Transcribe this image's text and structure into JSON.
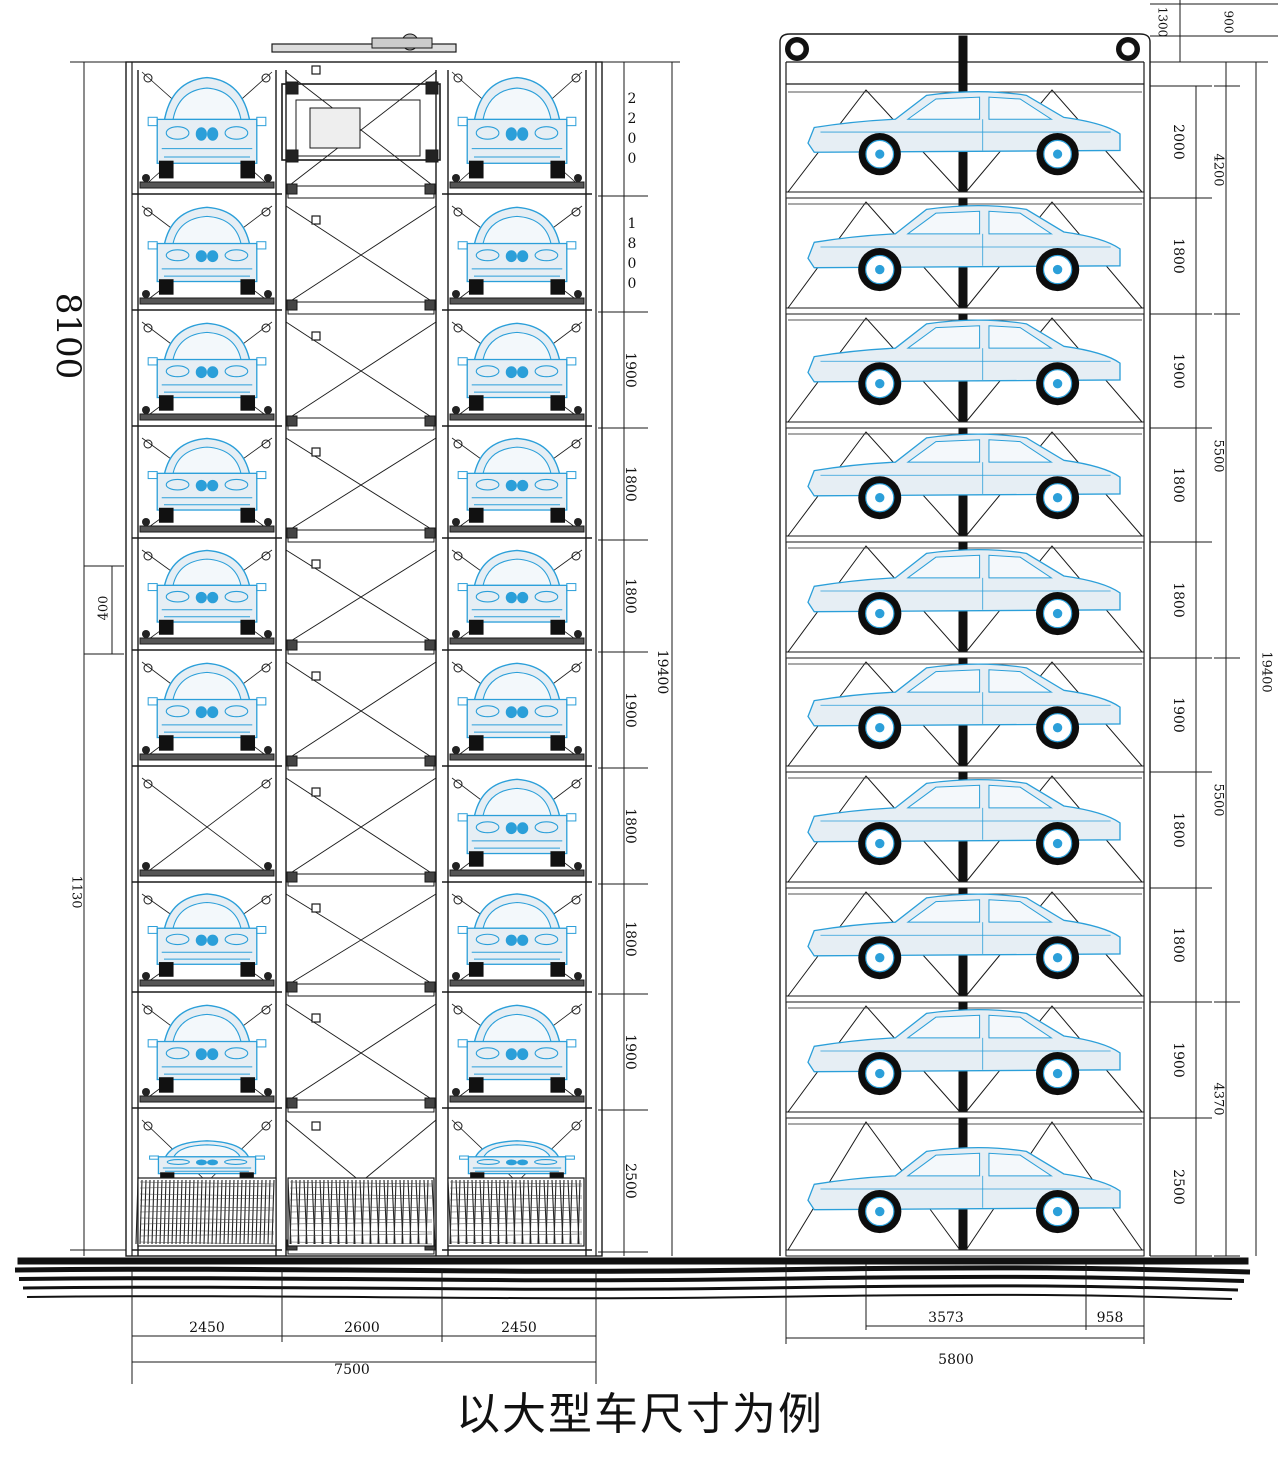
{
  "caption": "以大型车尺寸为例",
  "colors": {
    "line": "#1a1a1a",
    "car": "#2b9fd9",
    "car_fill": "#e6eef4"
  },
  "front_view": {
    "overall_height": "8100",
    "left_dims": [
      "400",
      "1130"
    ],
    "level_heights": [
      "2200",
      "1800",
      "1900",
      "1800",
      "1800",
      "1900",
      "1800",
      "1800",
      "1900",
      "2500"
    ],
    "level_heights_vertical": {
      "2200": [
        "2",
        "2",
        "0",
        "0"
      ],
      "1800": [
        "1",
        "8",
        "0",
        "0"
      ]
    },
    "total_height": "19400",
    "bottom_widths": [
      "2450",
      "2600",
      "2450"
    ],
    "total_width": "7500",
    "left_column_empty_levels": [
      6
    ],
    "right_column_empty_levels": []
  },
  "side_view": {
    "top_dims": [
      "1300",
      "900"
    ],
    "level_heights": [
      "2000",
      "1800",
      "1900",
      "1800",
      "1800",
      "1900",
      "1800",
      "1800",
      "1900",
      "2500"
    ],
    "group_heights": [
      "4200",
      "5500",
      "5500",
      "4370"
    ],
    "total_height": "19400",
    "bottom_dims": [
      "3573",
      "958"
    ],
    "total_width": "5800"
  }
}
